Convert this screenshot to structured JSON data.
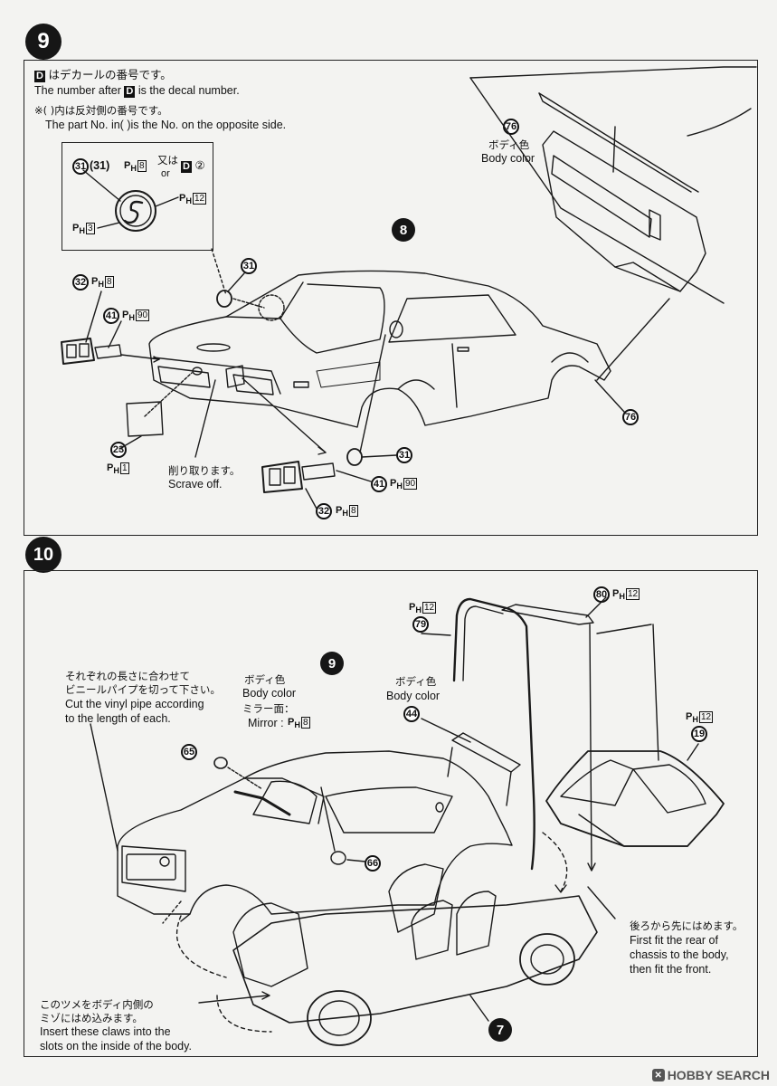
{
  "step9": {
    "number": "9",
    "decal_note_jp": "はデカールの番号です。",
    "decal_note_en_pre": "The number after",
    "decal_note_en_post": "is the decal number.",
    "decal_letter": "D",
    "opposite_note_jp": "※(  )内は反対側の番号です。",
    "opposite_note_en": "The part No. in(   )is the No. on the opposite side.",
    "inset": {
      "part_a": "31",
      "part_b": "31",
      "ph_a": "8",
      "or_jp": "又は",
      "or_en": "or",
      "decal_no": "②",
      "ph_b": "12",
      "ph_c": "3"
    },
    "spoiler_inset": {
      "part": "76",
      "color_jp": "ボディ色",
      "color_en": "Body color"
    },
    "subassembly": "8",
    "parts": {
      "p31_top": "31",
      "p32": "32",
      "p32_ph": "8",
      "p41": "41",
      "p41_ph": "90",
      "p23": "23",
      "p23_ph": "1",
      "p31_bottom": "31",
      "p41_bottom": "41",
      "p41_bottom_ph": "90",
      "p32_bottom": "32",
      "p32_bottom_ph": "8",
      "p76": "76"
    },
    "scrape_jp": "削り取ります。",
    "scrape_en": "Scrave off."
  },
  "step10": {
    "number": "10",
    "pipe_note_jp1": "それぞれの長さに合わせて",
    "pipe_note_jp2": "ビニールパイプを切って下さい。",
    "pipe_note_en1": "Cut the vinyl pipe according",
    "pipe_note_en2": "to the length of each.",
    "body_color_jp": "ボディ色",
    "body_color_en": "Body color",
    "mirror_jp": "ミラー面：",
    "mirror_en": "Mirror :",
    "mirror_ph": "8",
    "subassembly_top": "9",
    "body_color2_jp": "ボディ色",
    "body_color2_en": "Body color",
    "parts": {
      "p44": "44",
      "p65": "65",
      "p66": "66",
      "p79": "79",
      "p79_ph": "12",
      "p80": "80",
      "p80_ph": "12",
      "p19": "19",
      "p19_ph": "12"
    },
    "rear_note_jp": "後ろから先にはめます。",
    "rear_note_en1": "First fit the rear of",
    "rear_note_en2": "chassis to the body,",
    "rear_note_en3": "then fit the front.",
    "claw_note_jp1": "このツメをボディ内側の",
    "claw_note_jp2": "ミゾにはめ込みます。",
    "claw_note_en1": "Insert these claws into the",
    "claw_note_en2": "slots on the inside of the body.",
    "subassembly_bottom": "7"
  },
  "watermark": "HOBBY SEARCH",
  "ph_prefix": "P",
  "ph_sub": "H"
}
